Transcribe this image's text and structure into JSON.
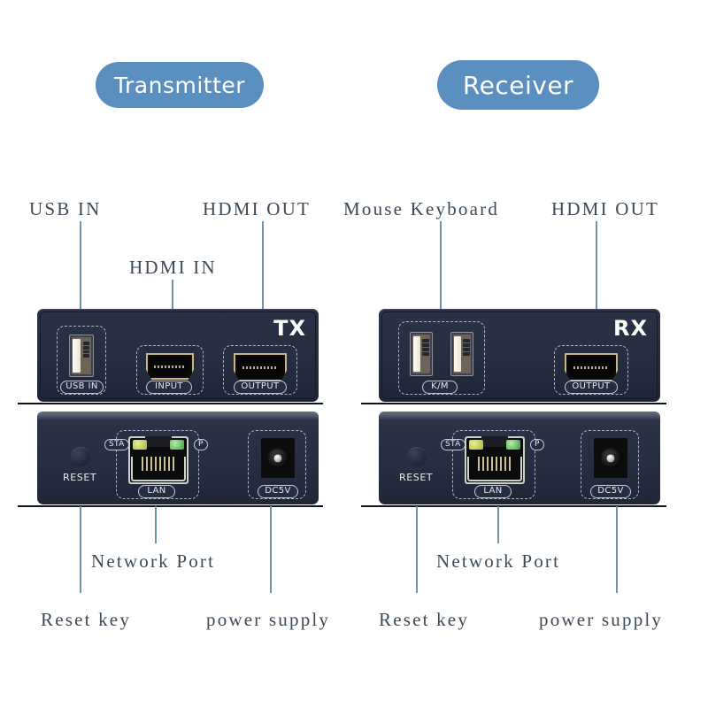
{
  "badges": {
    "transmitter": "Transmitter",
    "receiver": "Receiver"
  },
  "colors": {
    "badge_blue": "#5b8fc0",
    "leader_line": "#6e93ad",
    "label_text": "#3c4a57",
    "device_body": "#272e42",
    "hdmi_gold": "#c9b77e",
    "led_status_yellow": "#c8d34d",
    "led_power_green": "#4da84f"
  },
  "transmitter": {
    "callouts": {
      "usb_in": "USB IN",
      "hdmi_in": "HDMI IN",
      "hdmi_out": "HDMI OUT",
      "reset_key": "Reset key",
      "network_port": "Network Port",
      "power_supply": "power supply"
    },
    "front": {
      "mark": "TX",
      "ports": [
        {
          "type": "usb-a",
          "caption": "USB IN"
        },
        {
          "type": "hdmi",
          "caption": "INPUT"
        },
        {
          "type": "hdmi",
          "caption": "OUTPUT"
        }
      ]
    },
    "rear": {
      "reset_label": "RESET",
      "lan_caption": "LAN",
      "led_status": "STA",
      "led_power": "P",
      "dc_caption": "DC5V"
    }
  },
  "receiver": {
    "callouts": {
      "mouse_keyboard": "Mouse Keyboard",
      "hdmi_out": "HDMI OUT",
      "reset_key": "Reset key",
      "network_port": "Network Port",
      "power_supply": "power supply"
    },
    "front": {
      "mark": "RX",
      "ports": [
        {
          "type": "usb-a",
          "caption": "K/M"
        },
        {
          "type": "usb-a",
          "caption": "K/M"
        },
        {
          "type": "hdmi",
          "caption": "OUTPUT"
        }
      ],
      "usb_group_caption": "K/M"
    },
    "rear": {
      "reset_label": "RESET",
      "lan_caption": "LAN",
      "led_status": "STA",
      "led_power": "P",
      "dc_caption": "DC5V"
    }
  }
}
